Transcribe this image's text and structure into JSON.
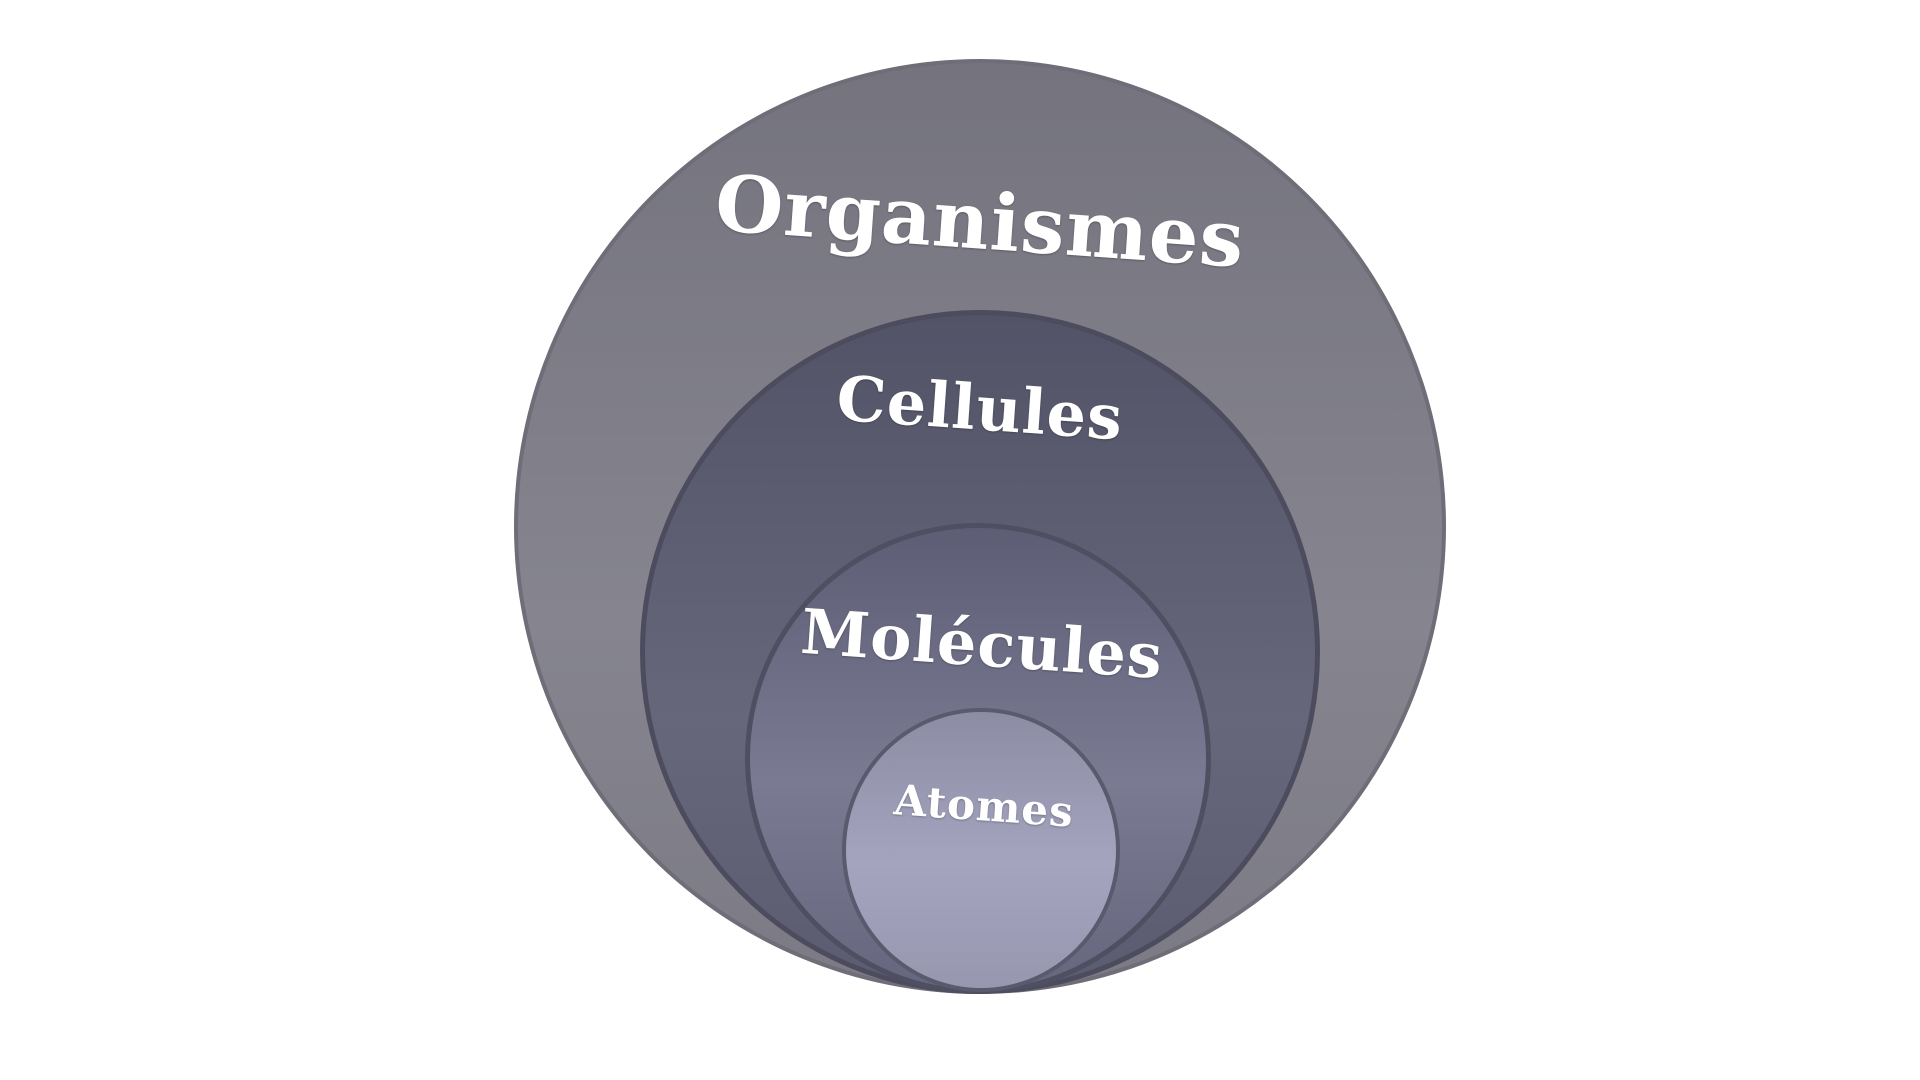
{
  "diagram": {
    "title": "Nested levels of organization",
    "levels": [
      {
        "label": "Organismes",
        "color": "#80808a"
      },
      {
        "label": "Cellules",
        "color": "#5f5f74"
      },
      {
        "label": "Molécules",
        "color": "#727289"
      },
      {
        "label": "Atomes",
        "color": "#a0a0ba"
      }
    ]
  }
}
